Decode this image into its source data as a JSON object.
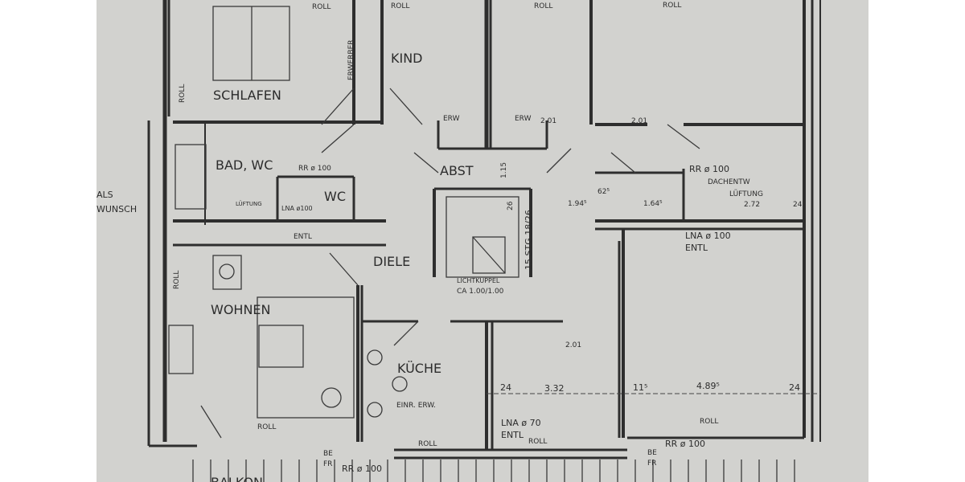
{
  "plan": {
    "rooms": {
      "schlafen": "SCHLAFEN",
      "kind": "KIND",
      "bad_wc": "BAD, WC",
      "wc": "WC",
      "abst": "ABST",
      "diele": "DIELE",
      "wohnen": "WOHNEN",
      "kueche": "KÜCHE",
      "balkon": "BALKON"
    },
    "labels": {
      "roll": "ROLL",
      "erwerber": "ERWERBER",
      "erw": "ERW",
      "rr100": "RR ø 100",
      "lueftung": "LÜFTUNG",
      "lna100": "LNA ø100",
      "lna100b": "LNA ø 100",
      "entl": "ENTL",
      "als": "ALS",
      "wunsch": "WUNSCH",
      "stairs": "15 STG 18/26",
      "lichtkuppel": "LICHTKUPPEL",
      "lichtkuppel_size": "CA 1.00/1.00",
      "einr_erw": "EINR. ERW.",
      "lna70": "LNA ø 70",
      "be": "BE",
      "fr": "FR",
      "dachentw": "DACHENTW",
      "dim_24": "24",
      "dim_332": "3.32",
      "dim_115": "11⁵",
      "dim_4895": "4.89⁵",
      "dim_272": "2.72",
      "dim_1945": "1.94⁵",
      "dim_625": "62⁵",
      "dim_1645": "1.64⁵",
      "dim_201": "2.01",
      "dim_26": "26",
      "dim_115b": "1.15"
    },
    "colors": {
      "paper": "#d2d2cf",
      "ink": "#2e2e2e"
    }
  }
}
